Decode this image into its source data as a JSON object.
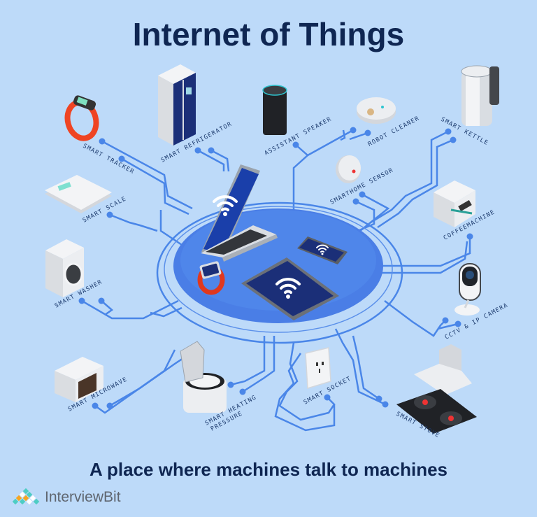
{
  "header": {
    "title": "Internet of Things"
  },
  "footer": {
    "subtitle": "A place where machines talk to machines",
    "brand": "InterviewBit"
  },
  "colors": {
    "background": "#bddaf9",
    "title": "#0f2652",
    "circuit": "#4a86e8",
    "hub": "#4a7ee6",
    "hub_ring": "#5b90ea",
    "label": "#1d3b6e",
    "logo_orange": "#f5a623",
    "logo_teal": "#4ecdc4"
  },
  "hub": {
    "label": "central-hub",
    "devices": [
      {
        "name": "laptop",
        "icon": "wifi-icon"
      },
      {
        "name": "smartphone",
        "icon": "wifi-icon"
      },
      {
        "name": "tablet",
        "icon": "wifi-icon"
      },
      {
        "name": "smartwatch",
        "icon": "wifi-icon"
      }
    ]
  },
  "devices": [
    {
      "id": "smart-tracker",
      "label": "SMART TRACKER",
      "icon": "fitness-band-icon"
    },
    {
      "id": "smart-refrigerator",
      "label": "SMART REFRIGERATOR",
      "icon": "refrigerator-icon"
    },
    {
      "id": "assistant-speaker",
      "label": "ASSISTANT SPEAKER",
      "icon": "speaker-icon"
    },
    {
      "id": "robot-cleaner",
      "label": "ROBOT CLEANER",
      "icon": "robot-vacuum-icon"
    },
    {
      "id": "smart-kettle",
      "label": "SMART KETTLE",
      "icon": "kettle-icon"
    },
    {
      "id": "smarthome-sensor",
      "label": "SMARTHOME SENSOR",
      "icon": "smoke-sensor-icon"
    },
    {
      "id": "smart-scale",
      "label": "SMART SCALE",
      "icon": "scale-icon"
    },
    {
      "id": "coffeemachine",
      "label": "COFFEEMACHINE",
      "icon": "coffee-machine-icon"
    },
    {
      "id": "smart-washer",
      "label": "SMART WASHER",
      "icon": "washing-machine-icon"
    },
    {
      "id": "cctv-ip-camera",
      "label": "CCTV & IP CAMERA",
      "icon": "camera-icon"
    },
    {
      "id": "smart-microwave",
      "label": "SMART MICROWAVE",
      "icon": "microwave-icon"
    },
    {
      "id": "smart-heating-pressure",
      "label": "SMART HEATING",
      "label2": "PRESSURE",
      "icon": "rice-cooker-icon"
    },
    {
      "id": "smart-socket",
      "label": "SMART SOCKET",
      "icon": "socket-icon"
    },
    {
      "id": "smart-stove",
      "label": "SMART STOVE",
      "icon": "stove-icon"
    }
  ]
}
